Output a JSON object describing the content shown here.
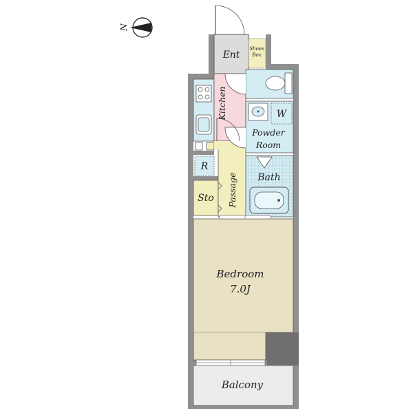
{
  "compass": {
    "label": "N"
  },
  "rooms": {
    "entrance": "Ent",
    "shoes_box_line1": "Shoes",
    "shoes_box_line2": "Box",
    "kitchen": "Kitchen",
    "washer": "W",
    "powder_room_line1": "Powder",
    "powder_room_line2": "Room",
    "refrigerator": "R",
    "bath": "Bath",
    "passage": "Passage",
    "storage": "Sto",
    "bedroom": "Bedroom",
    "bedroom_size": "7.0J",
    "balcony": "Balcony"
  },
  "colors": {
    "wall": "#8f8f8f",
    "wet_area": "#d4ecf3",
    "kitchen": "#f7d8dd",
    "passage_storage": "#f2eebd",
    "bedroom": "#e9e1c3",
    "balcony": "#ececec",
    "entrance": "#dcdcdc"
  }
}
